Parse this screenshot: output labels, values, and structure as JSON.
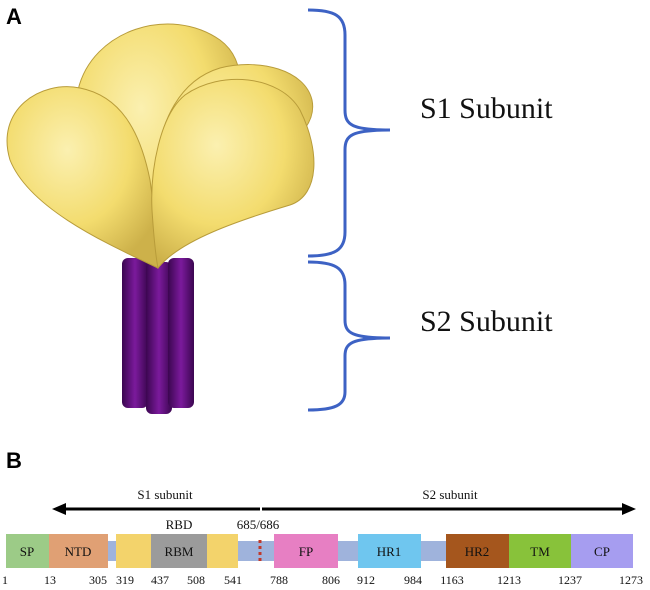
{
  "panel_a": {
    "letter": "A",
    "s1_label": "S1 Subunit",
    "s2_label": "S2 Subunit",
    "bracket_color": "#3d62c4",
    "head_color": "#f5e07a",
    "stalk_color": "#5a0a7a"
  },
  "panel_b": {
    "letter": "B",
    "s1_arrow_label": "S1 subunit",
    "s2_arrow_label": "S2 subunit",
    "rbd_label": "RBD",
    "cleavage_label": "685/686",
    "backbone_color": "#9fb3dc",
    "domains": [
      {
        "id": "sp",
        "label": "SP",
        "color": "#9ccb87"
      },
      {
        "id": "ntd",
        "label": "NTD",
        "color": "#e0a074"
      },
      {
        "id": "rbd-a",
        "label": "",
        "color": "#f3d36b"
      },
      {
        "id": "rbm",
        "label": "RBM",
        "color": "#9b9b9b"
      },
      {
        "id": "rbd-b",
        "label": "",
        "color": "#f3d36b"
      },
      {
        "id": "fp",
        "label": "FP",
        "color": "#e77fc3"
      },
      {
        "id": "hr1",
        "label": "HR1",
        "color": "#6fc6ef"
      },
      {
        "id": "hr2",
        "label": "HR2",
        "color": "#a5561d"
      },
      {
        "id": "tm",
        "label": "TM",
        "color": "#88c23a"
      },
      {
        "id": "cp",
        "label": "CP",
        "color": "#a69df0"
      }
    ],
    "positions": [
      "1",
      "13",
      "305",
      "319",
      "437",
      "508",
      "541",
      "788",
      "806",
      "912",
      "984",
      "1163",
      "1213",
      "1237",
      "1273"
    ]
  }
}
